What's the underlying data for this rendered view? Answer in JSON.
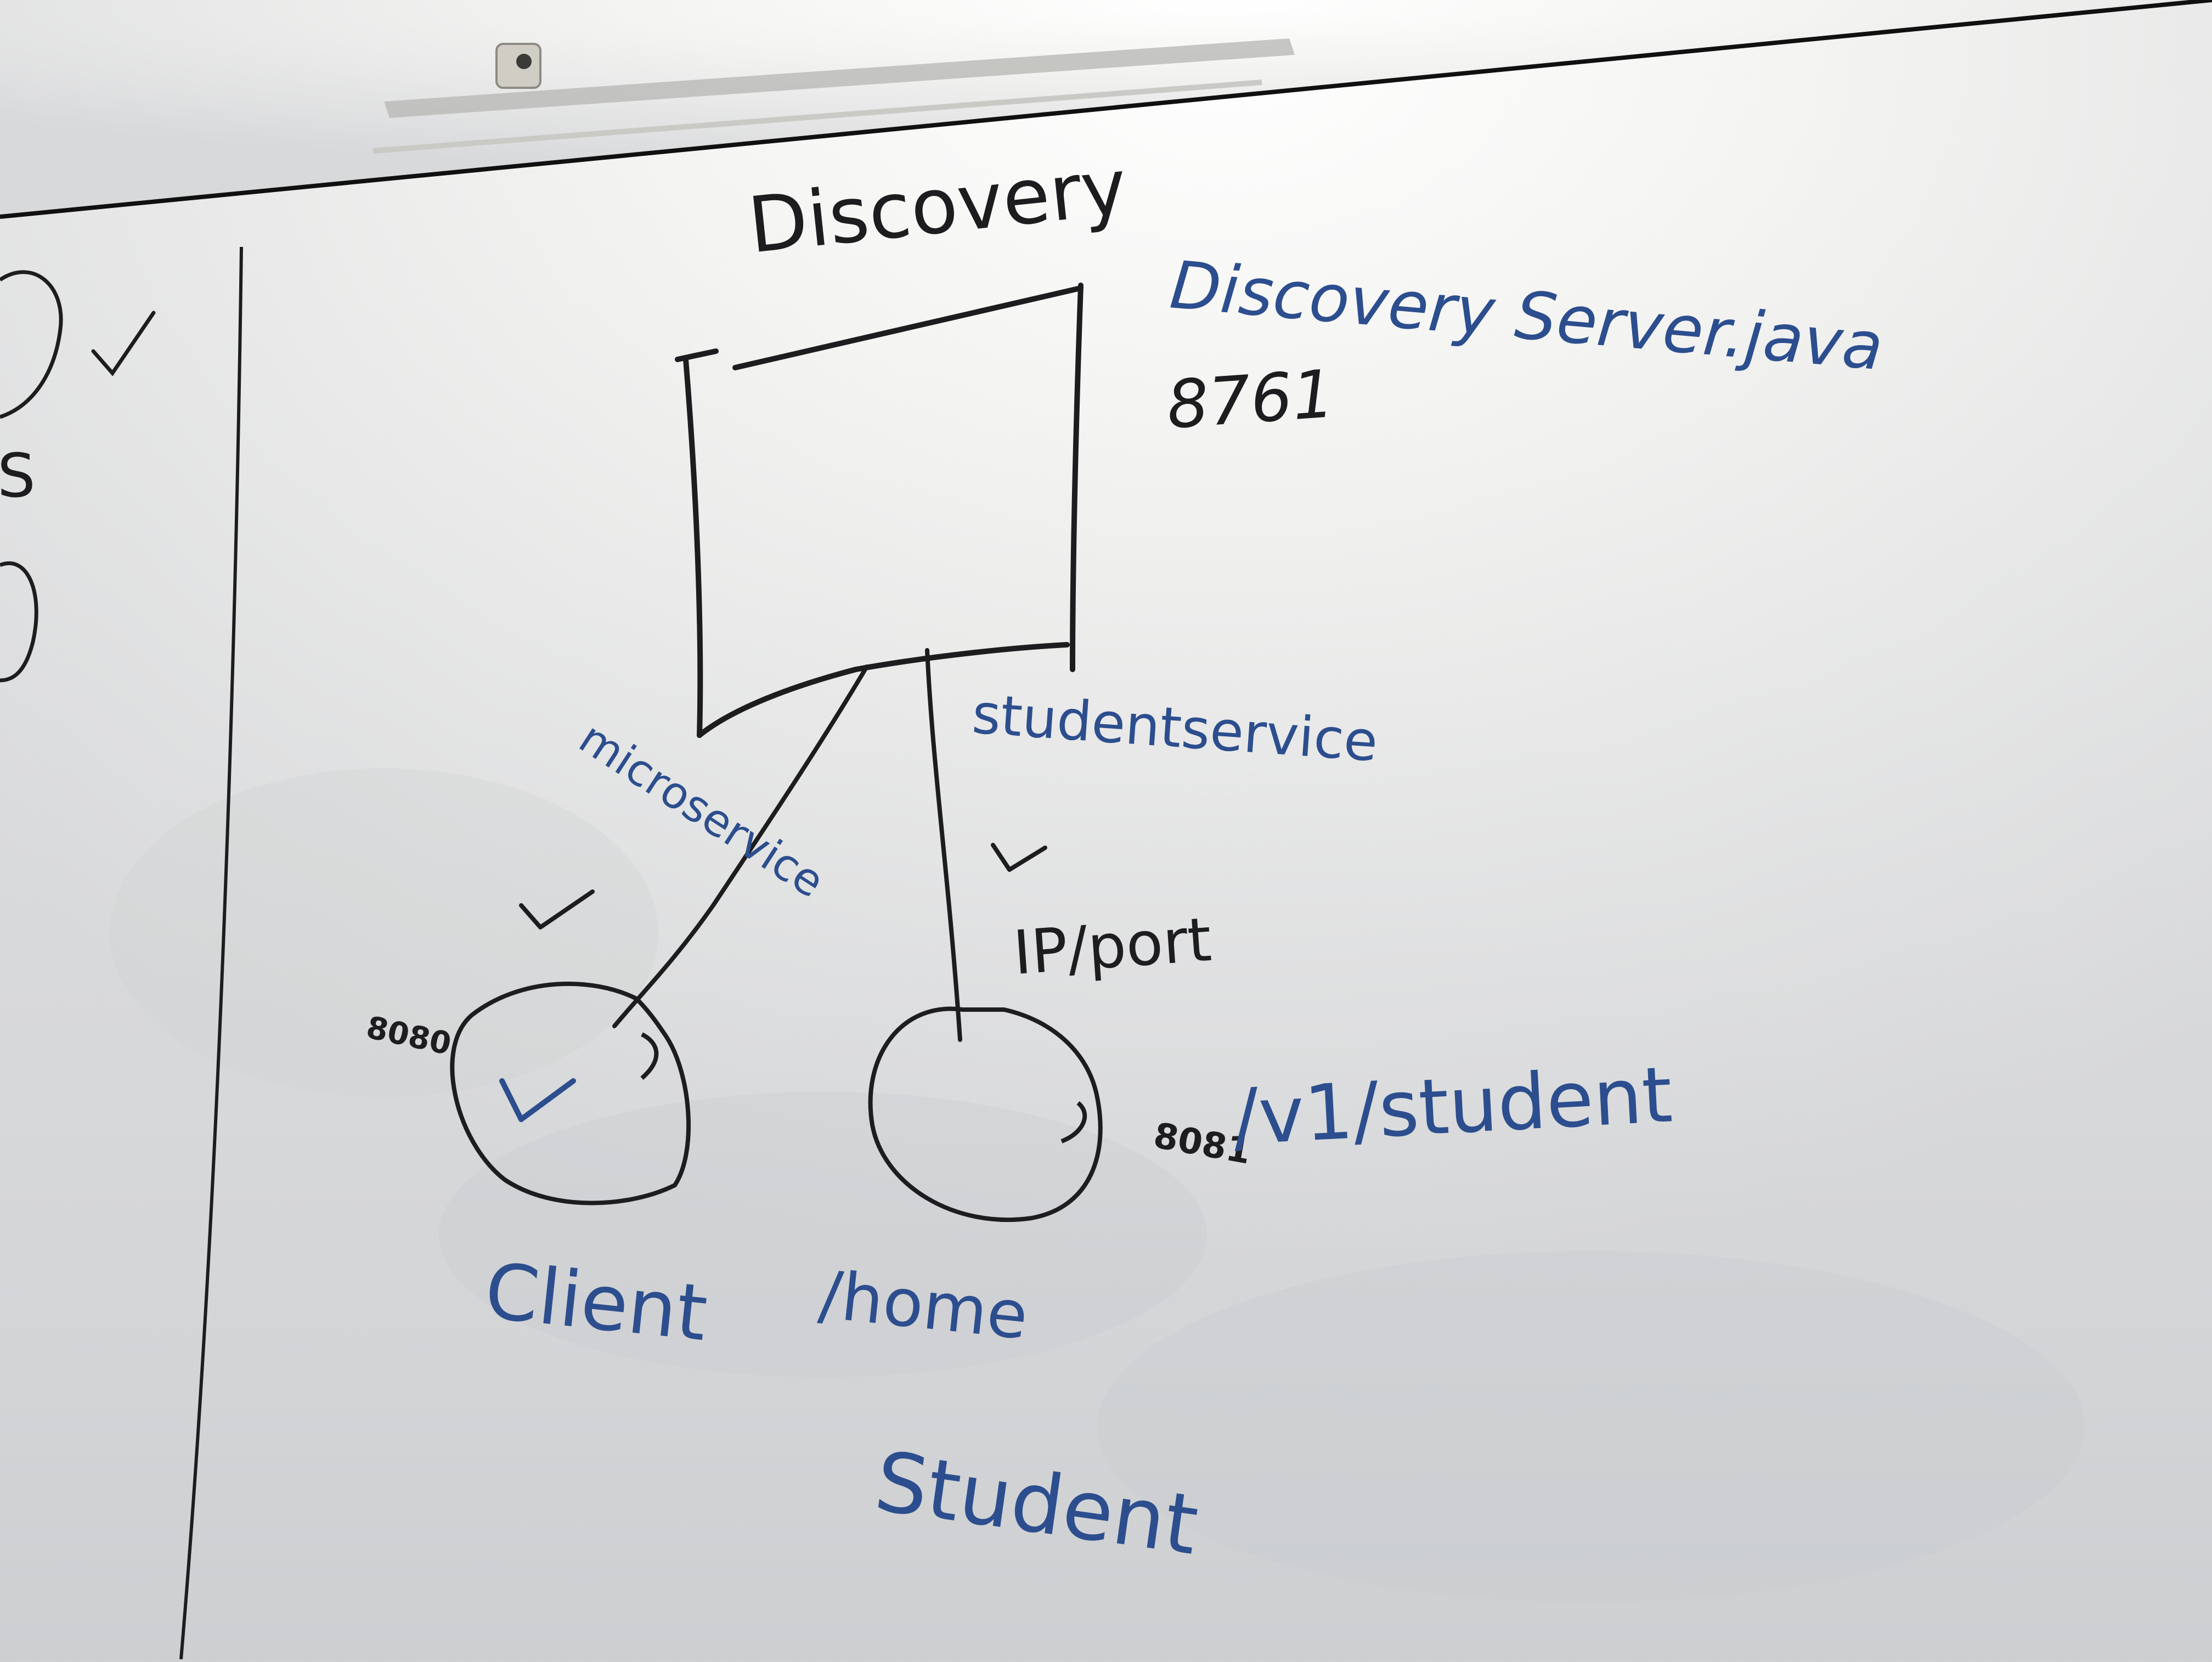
{
  "photo": {
    "subject": "whiteboard"
  },
  "colors": {
    "black_marker": "#1d1d1f",
    "blue_marker": "#2c4e8e",
    "board": "#e6e7e9",
    "tray": "#b9b9b6",
    "frame": "#101010"
  },
  "diagram": {
    "title": "Discovery",
    "file_label": "Discovery Server.java",
    "server_port": "8761",
    "edge_left_label": "microservice",
    "edge_right_label": "studentservice",
    "ip_port_label": "IP/port",
    "client_port": "8080",
    "student_port": "8081",
    "endpoint_label": "/v1/student",
    "client_label": "Client",
    "home_label": "/home",
    "student_label": "Student"
  },
  "left_margin_marks": {
    "letter": "S"
  },
  "icons": [
    "check-icon"
  ]
}
